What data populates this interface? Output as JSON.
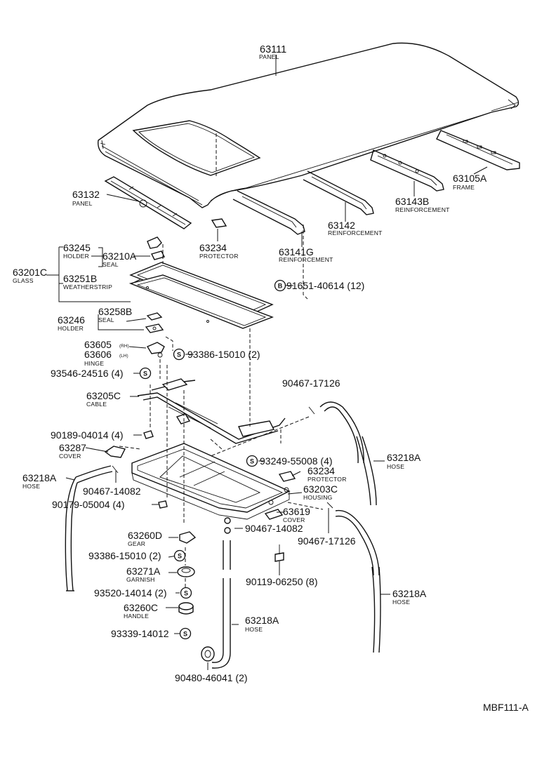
{
  "diagram_id": "MBF111-A",
  "symbols": {
    "s": "S",
    "b": "B"
  },
  "parts": {
    "p63111": {
      "no": "63111",
      "name": "PANEL"
    },
    "p63132": {
      "no": "63132",
      "name": "PANEL"
    },
    "p63105A": {
      "no": "63105A",
      "name": "FRAME"
    },
    "p63143B": {
      "no": "63143B",
      "name": "REINFORCEMENT"
    },
    "p63142": {
      "no": "63142",
      "name": "REINFORCEMENT"
    },
    "p63141G": {
      "no": "63141G",
      "name": "REINFORCEMENT"
    },
    "p63234a": {
      "no": "63234",
      "name": "PROTECTOR"
    },
    "p91651": {
      "no": "91651-40614 (12)"
    },
    "p63245": {
      "no": "63245",
      "name": "HOLDER"
    },
    "p63210A": {
      "no": "63210A",
      "name": "SEAL"
    },
    "p63201C": {
      "no": "63201C",
      "name": "GLASS"
    },
    "p63251B": {
      "no": "63251B",
      "name": "WEATHERSTRIP"
    },
    "p63258B": {
      "no": "63258B",
      "name": "SEAL"
    },
    "p63246": {
      "no": "63246",
      "name": "HOLDER"
    },
    "p63605": {
      "no": "63605",
      "suffix": "(RH)"
    },
    "p63606": {
      "no": "63606",
      "suffix": "(LH)",
      "name": "HINGE"
    },
    "p93386a": {
      "no": "93386-15010 (2)"
    },
    "p93546": {
      "no": "93546-24516 (4)"
    },
    "p90467a": {
      "no": "90467-17126"
    },
    "p63205C": {
      "no": "63205C",
      "name": "CABLE"
    },
    "p90189": {
      "no": "90189-04014 (4)"
    },
    "p63287": {
      "no": "63287",
      "name": "COVER"
    },
    "p93249": {
      "no": "93249-55008 (4)"
    },
    "p63218A_r1": {
      "no": "63218A",
      "name": "HOSE"
    },
    "p63218A_l": {
      "no": "63218A",
      "name": "HOSE"
    },
    "p63234b": {
      "no": "63234",
      "name": "PROTECTOR"
    },
    "p90467b": {
      "no": "90467-14082"
    },
    "p63203C": {
      "no": "63203C",
      "name": "HOUSING"
    },
    "p90179": {
      "no": "90179-05004 (4)"
    },
    "p63619": {
      "no": "63619",
      "name": "COVER"
    },
    "p90467c": {
      "no": "90467-14082"
    },
    "p90467d": {
      "no": "90467-17126"
    },
    "p63260D": {
      "no": "63260D",
      "name": "GEAR"
    },
    "p93386b": {
      "no": "93386-15010 (2)"
    },
    "p90119": {
      "no": "90119-06250 (8)"
    },
    "p63271A": {
      "no": "63271A",
      "name": "GARNISH"
    },
    "p93520": {
      "no": "93520-14014 (2)"
    },
    "p63218A_r2": {
      "no": "63218A",
      "name": "HOSE"
    },
    "p63260C": {
      "no": "63260C",
      "name": "HANDLE"
    },
    "p63218A_b": {
      "no": "63218A",
      "name": "HOSE"
    },
    "p93339": {
      "no": "93339-14012"
    },
    "p90480": {
      "no": "90480-46041 (2)"
    }
  }
}
